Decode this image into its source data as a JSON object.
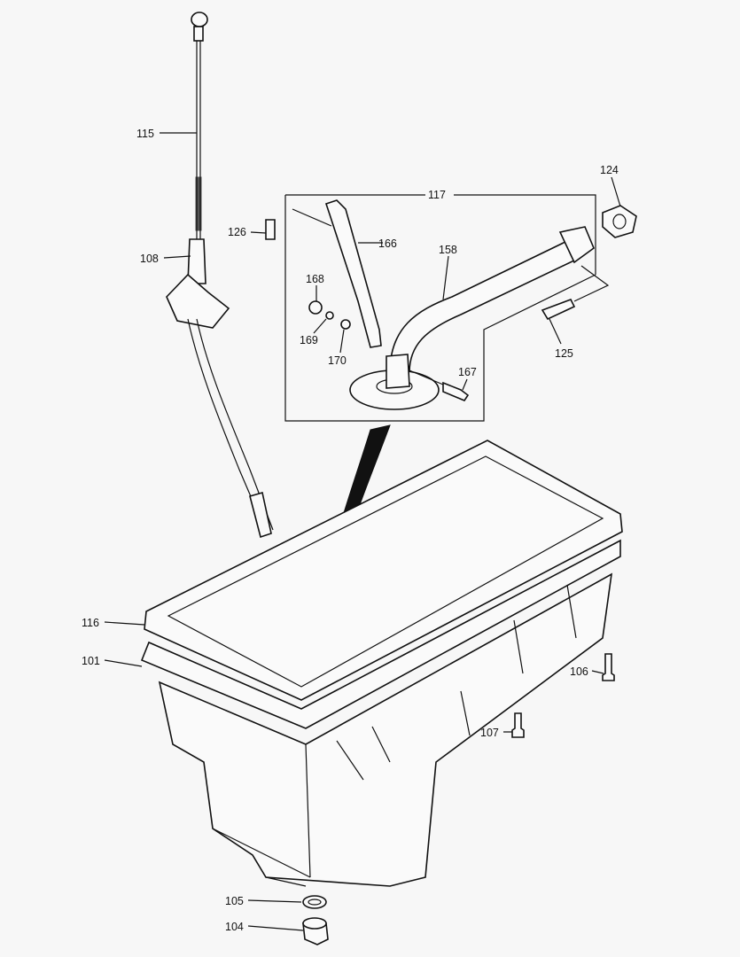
{
  "diagram": {
    "type": "exploded parts diagram",
    "callouts": {
      "dipstick": "115",
      "pickup_assembly": "117",
      "gasket_seal": "124",
      "bolt_126": "126",
      "dipstick_tube": "108",
      "bracket": "166",
      "pickup_tube": "158",
      "nut_168": "168",
      "washer_169": "169",
      "washer_170": "170",
      "bolt_125": "125",
      "bolt_167": "167",
      "pan_gasket": "116",
      "oil_pan": "101",
      "bolt_106": "106",
      "bolt_107": "107",
      "drain_washer": "105",
      "drain_plug": "104"
    }
  }
}
